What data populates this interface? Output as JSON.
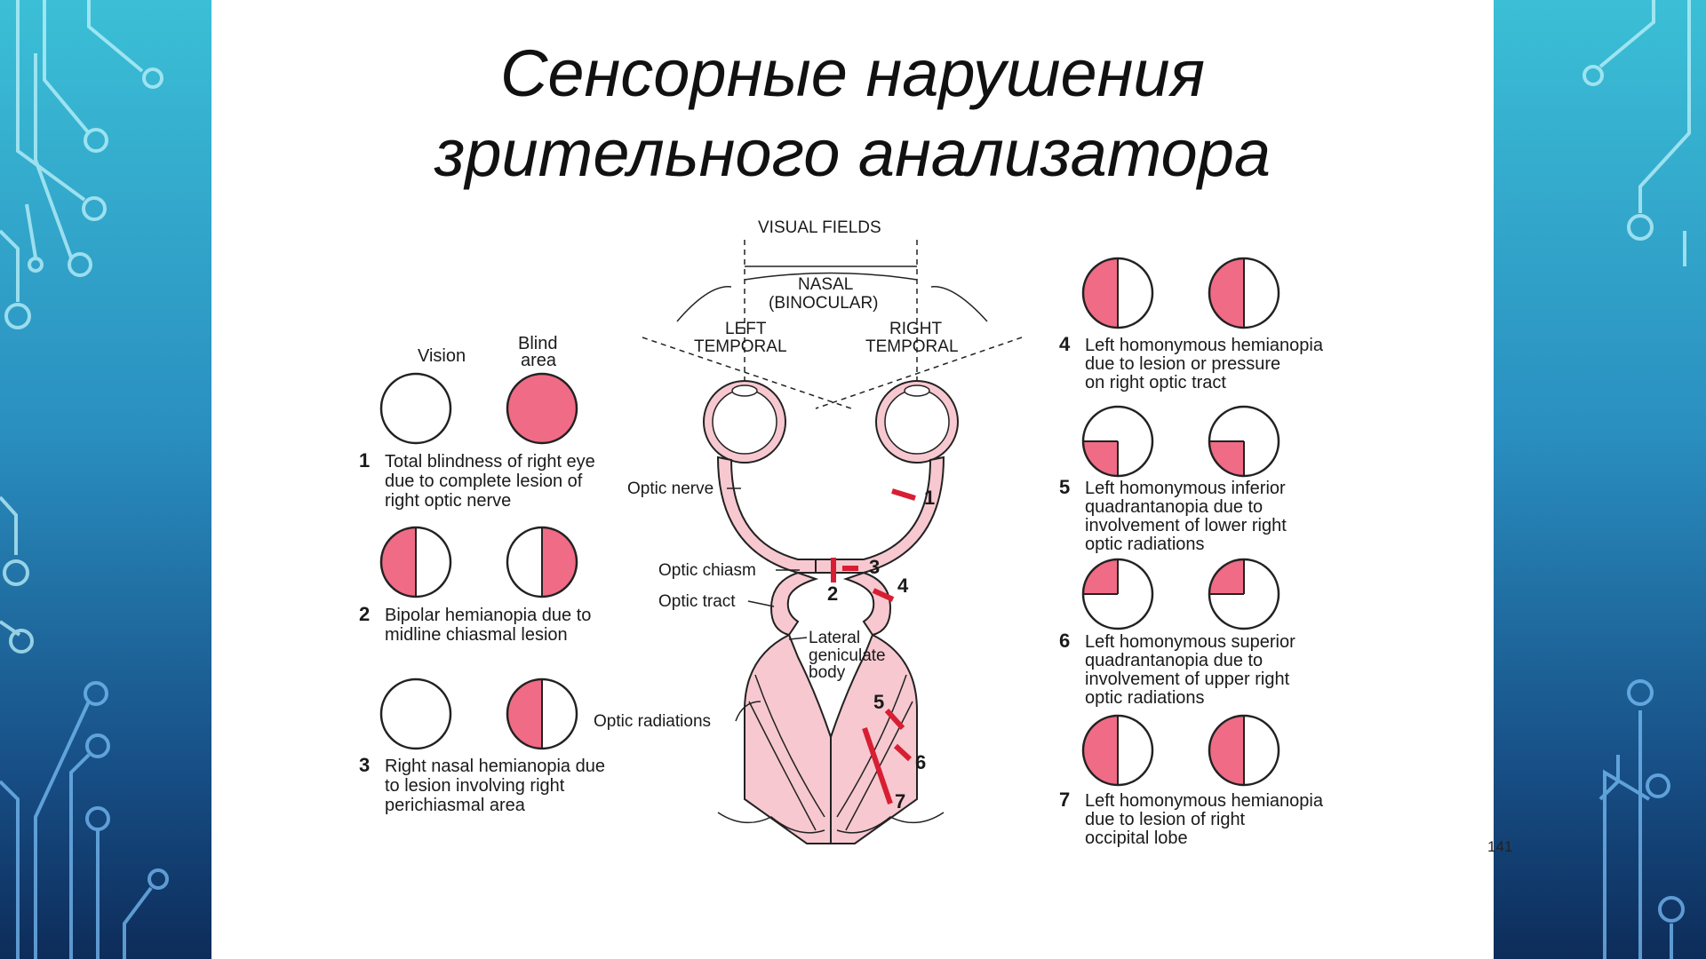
{
  "slide": {
    "title_line1": "Сенсорные нарушения",
    "title_line2": "зрительного анализатора",
    "slide_number": "141"
  },
  "diagram": {
    "visual_fields": "VISUAL FIELDS",
    "nasal": "NASAL",
    "binocular": "(BINOCULAR)",
    "left": "LEFT",
    "left_temporal": "TEMPORAL",
    "right": "RIGHT",
    "right_temporal": "TEMPORAL",
    "optic_nerve": "Optic nerve",
    "optic_chiasm": "Optic chiasm",
    "optic_tract": "Optic tract",
    "lateral": "Lateral",
    "geniculate": "geniculate",
    "body": "body",
    "optic_radiations": "Optic radiations",
    "lesion_marks": [
      "1",
      "2",
      "3",
      "4",
      "5",
      "6",
      "7"
    ]
  },
  "legend_left": {
    "vision_header": "Vision",
    "blind_header_1": "Blind",
    "blind_header_2": "area",
    "items": [
      {
        "number": "1",
        "lines": [
          "Total blindness of right eye",
          "due to complete lesion of",
          "right optic nerve"
        ]
      },
      {
        "number": "2",
        "lines": [
          "Bipolar hemianopia due to",
          "midline chiasmal lesion"
        ]
      },
      {
        "number": "3",
        "lines": [
          "Right nasal hemianopia due",
          "to lesion involving right",
          "perichiasmal area"
        ]
      }
    ]
  },
  "legend_right": {
    "items": [
      {
        "number": "4",
        "lines": [
          "Left homonymous hemianopia",
          "due to lesion or pressure",
          "on right optic tract"
        ]
      },
      {
        "number": "5",
        "lines": [
          "Left homonymous inferior",
          "quadrantanopia due to",
          "involvement of lower right",
          "optic radiations"
        ]
      },
      {
        "number": "6",
        "lines": [
          "Left homonymous superior",
          "quadrantanopia due to",
          "involvement of upper right",
          "optic radiations"
        ]
      },
      {
        "number": "7",
        "lines": [
          "Left homonymous hemianopia",
          "due to lesion of right",
          "occipital lobe"
        ]
      }
    ]
  },
  "colors": {
    "blind_fill": "#f06b85",
    "pathway_fill": "#f7c8d0",
    "lesion_mark": "#d81e33",
    "background_top": "#3bbfd6",
    "background_bottom": "#0d2c5a"
  }
}
